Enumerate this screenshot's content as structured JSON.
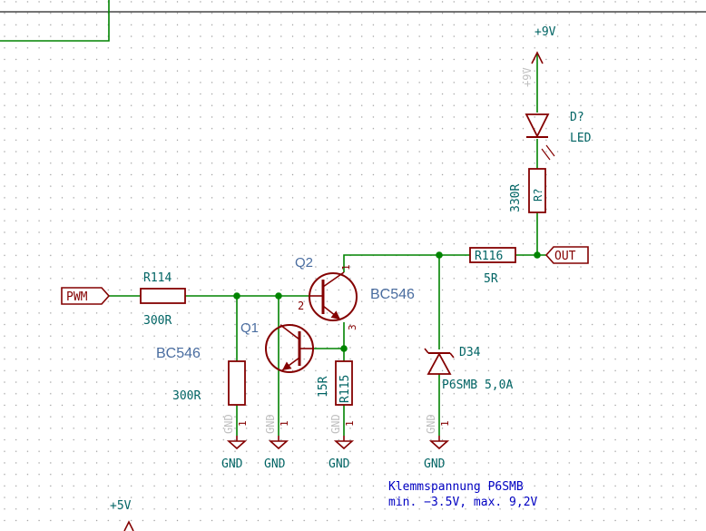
{
  "colors": {
    "wire": "#008400",
    "component": "#840000",
    "value_text": "#006464",
    "ref_text": "#4a6da0",
    "pin_text": "#840000",
    "power_text": "#006464",
    "hidden_text": "#c0c0c0",
    "note_text": "#0000c2",
    "junction": "#008400",
    "grid": "#8c8c8c"
  },
  "labels": {
    "pwm": "PWM",
    "out": "OUT"
  },
  "power": {
    "v9": "+9V",
    "v9_hidden": "+9V",
    "v5": "+5V",
    "gnd": "GND"
  },
  "components": {
    "r114": {
      "ref": "R114",
      "value": "300R"
    },
    "r_base": {
      "value": "300R"
    },
    "r115": {
      "ref": "R115",
      "value": "15R"
    },
    "r116": {
      "ref": "R116",
      "value": "5R"
    },
    "r_led": {
      "ref": "R?",
      "value": "330R"
    },
    "q1": {
      "ref": "Q1",
      "value": "BC546"
    },
    "q2": {
      "ref": "Q2",
      "value": "BC546"
    },
    "d34": {
      "ref": "D34",
      "value": "P6SMB 5,0A"
    },
    "led": {
      "ref": "D?",
      "value": "LED"
    }
  },
  "pins": {
    "q2_p1": "1",
    "q2_p2": "2",
    "q2_p3": "3",
    "gnd_pin": "1"
  },
  "note": {
    "line1": "Klemmspannung P6SMB",
    "line2": "min. −3.5V, max. 9,2V"
  }
}
